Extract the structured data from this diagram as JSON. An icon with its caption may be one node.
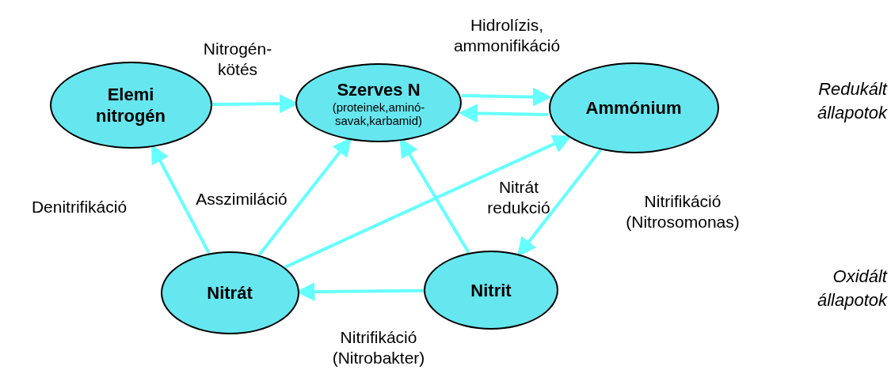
{
  "diagram": {
    "nodes": [
      {
        "text": [
          "Elemi nitrogén"
        ]
      },
      {
        "text": [
          "Szerves N",
          "(proteinek,aminó- savak,karbamid)"
        ]
      },
      {
        "text": [
          "Ammónium"
        ]
      },
      {
        "text": [
          "Nitrát"
        ]
      },
      {
        "text": [
          "Nitrit"
        ]
      }
    ],
    "edges": [
      {
        "from": 0,
        "to": 1,
        "arrow": "to",
        "label": "Nitrogén- kötés"
      },
      {
        "from": 1,
        "to": 2,
        "arrow": "to",
        "label": "Hidrolízis, ammonifikáció"
      },
      {
        "from": 2,
        "to": 1,
        "arrow": "to"
      },
      {
        "from": 3,
        "to": 0,
        "arrow": "to",
        "label": "Denitrifikáció"
      },
      {
        "from": 3,
        "to": 1,
        "arrow": "to",
        "label": "Asszimiláció"
      },
      {
        "from": 3,
        "to": 2,
        "arrow": "to",
        "label": "Nitrát redukció"
      },
      {
        "from": 4,
        "to": 1,
        "arrow": "to"
      },
      {
        "from": 2,
        "to": 4,
        "arrow": "to",
        "label": "Nitrifikáció (Nitrosomonas)"
      },
      {
        "from": 4,
        "to": 3,
        "arrow": "to",
        "label": "Nitrifikáció (Nitrobakter)"
      }
    ],
    "labels": [
      "Redukált állapotok",
      "Oxidált állapotok"
    ]
  }
}
